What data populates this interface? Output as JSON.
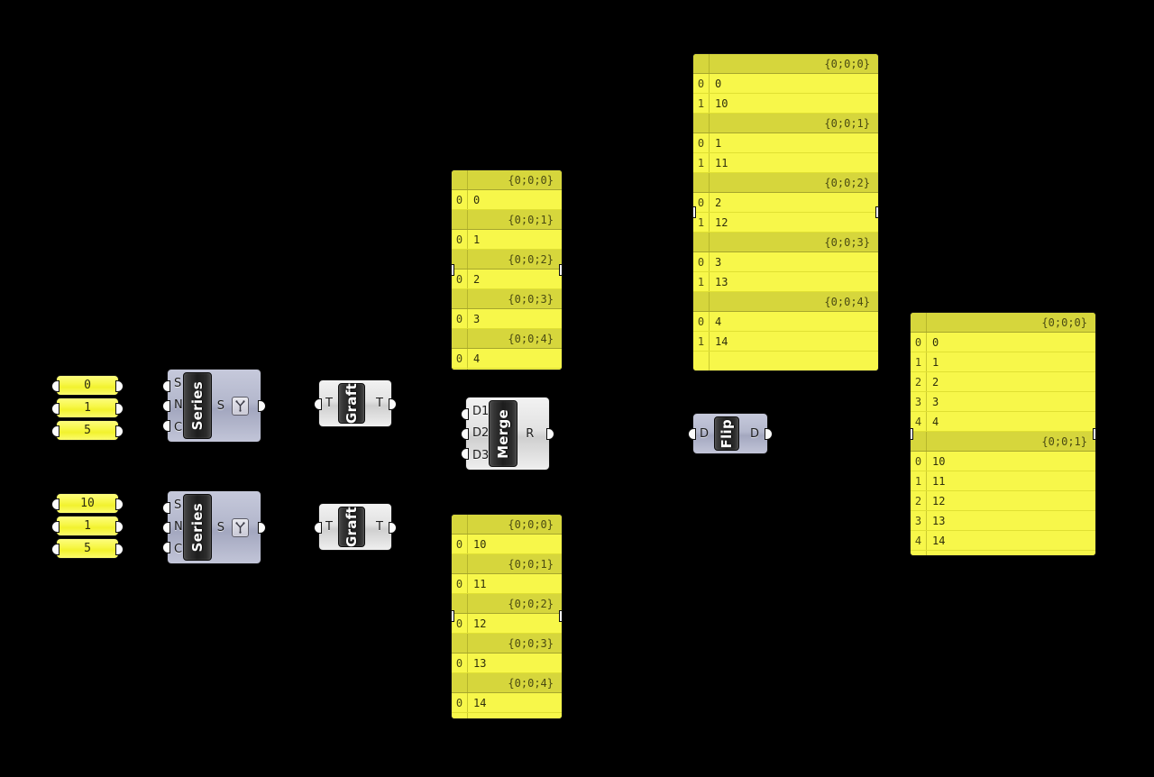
{
  "app": {
    "name": "Grasshopper canvas",
    "background": "#000000",
    "colors": {
      "param_yellow": "#f7f74a",
      "branch_header": "#d6d63c",
      "node_grey": "#e2e2e2",
      "node_blue": "#b4b8cd",
      "nameplate": "#1d1d1d"
    }
  },
  "params": {
    "series1": {
      "start": "0",
      "step": "1",
      "count": "5"
    },
    "series2": {
      "start": "10",
      "step": "1",
      "count": "5"
    }
  },
  "nodes": {
    "series_a": {
      "title": "Series",
      "inputs": [
        "S",
        "N",
        "C"
      ],
      "outputs": [
        "S"
      ],
      "flag": "graft-icon"
    },
    "series_b": {
      "title": "Series",
      "inputs": [
        "S",
        "N",
        "C"
      ],
      "outputs": [
        "S"
      ],
      "flag": "graft-icon"
    },
    "graft_a": {
      "title": "Graft",
      "inputs": [
        "T"
      ],
      "outputs": [
        "T"
      ]
    },
    "graft_b": {
      "title": "Graft",
      "inputs": [
        "T"
      ],
      "outputs": [
        "T"
      ]
    },
    "merge": {
      "title": "Merge",
      "inputs": [
        "D1",
        "D2",
        "D3"
      ],
      "outputs": [
        "R"
      ]
    },
    "flip": {
      "title": "Flip",
      "inputs": [
        "D"
      ],
      "outputs": [
        "D"
      ]
    }
  },
  "previews": {
    "grafted_a": {
      "branches": [
        {
          "path": "{0;0;0}",
          "items": [
            {
              "index": "0",
              "value": "0"
            }
          ]
        },
        {
          "path": "{0;0;1}",
          "items": [
            {
              "index": "0",
              "value": "1"
            }
          ]
        },
        {
          "path": "{0;0;2}",
          "items": [
            {
              "index": "0",
              "value": "2"
            }
          ]
        },
        {
          "path": "{0;0;3}",
          "items": [
            {
              "index": "0",
              "value": "3"
            }
          ]
        },
        {
          "path": "{0;0;4}",
          "items": [
            {
              "index": "0",
              "value": "4"
            }
          ]
        }
      ]
    },
    "grafted_b": {
      "branches": [
        {
          "path": "{0;0;0}",
          "items": [
            {
              "index": "0",
              "value": "10"
            }
          ]
        },
        {
          "path": "{0;0;1}",
          "items": [
            {
              "index": "0",
              "value": "11"
            }
          ]
        },
        {
          "path": "{0;0;2}",
          "items": [
            {
              "index": "0",
              "value": "12"
            }
          ]
        },
        {
          "path": "{0;0;3}",
          "items": [
            {
              "index": "0",
              "value": "13"
            }
          ]
        },
        {
          "path": "{0;0;4}",
          "items": [
            {
              "index": "0",
              "value": "14"
            }
          ]
        }
      ]
    },
    "merged": {
      "branches": [
        {
          "path": "{0;0;0}",
          "items": [
            {
              "index": "0",
              "value": "0"
            },
            {
              "index": "1",
              "value": "10"
            }
          ]
        },
        {
          "path": "{0;0;1}",
          "items": [
            {
              "index": "0",
              "value": "1"
            },
            {
              "index": "1",
              "value": "11"
            }
          ]
        },
        {
          "path": "{0;0;2}",
          "items": [
            {
              "index": "0",
              "value": "2"
            },
            {
              "index": "1",
              "value": "12"
            }
          ]
        },
        {
          "path": "{0;0;3}",
          "items": [
            {
              "index": "0",
              "value": "3"
            },
            {
              "index": "1",
              "value": "13"
            }
          ]
        },
        {
          "path": "{0;0;4}",
          "items": [
            {
              "index": "0",
              "value": "4"
            },
            {
              "index": "1",
              "value": "14"
            }
          ]
        }
      ]
    },
    "flipped": {
      "branches": [
        {
          "path": "{0;0;0}",
          "items": [
            {
              "index": "0",
              "value": "0"
            },
            {
              "index": "1",
              "value": "1"
            },
            {
              "index": "2",
              "value": "2"
            },
            {
              "index": "3",
              "value": "3"
            },
            {
              "index": "4",
              "value": "4"
            }
          ]
        },
        {
          "path": "{0;0;1}",
          "items": [
            {
              "index": "0",
              "value": "10"
            },
            {
              "index": "1",
              "value": "11"
            },
            {
              "index": "2",
              "value": "12"
            },
            {
              "index": "3",
              "value": "13"
            },
            {
              "index": "4",
              "value": "14"
            }
          ]
        }
      ]
    }
  }
}
